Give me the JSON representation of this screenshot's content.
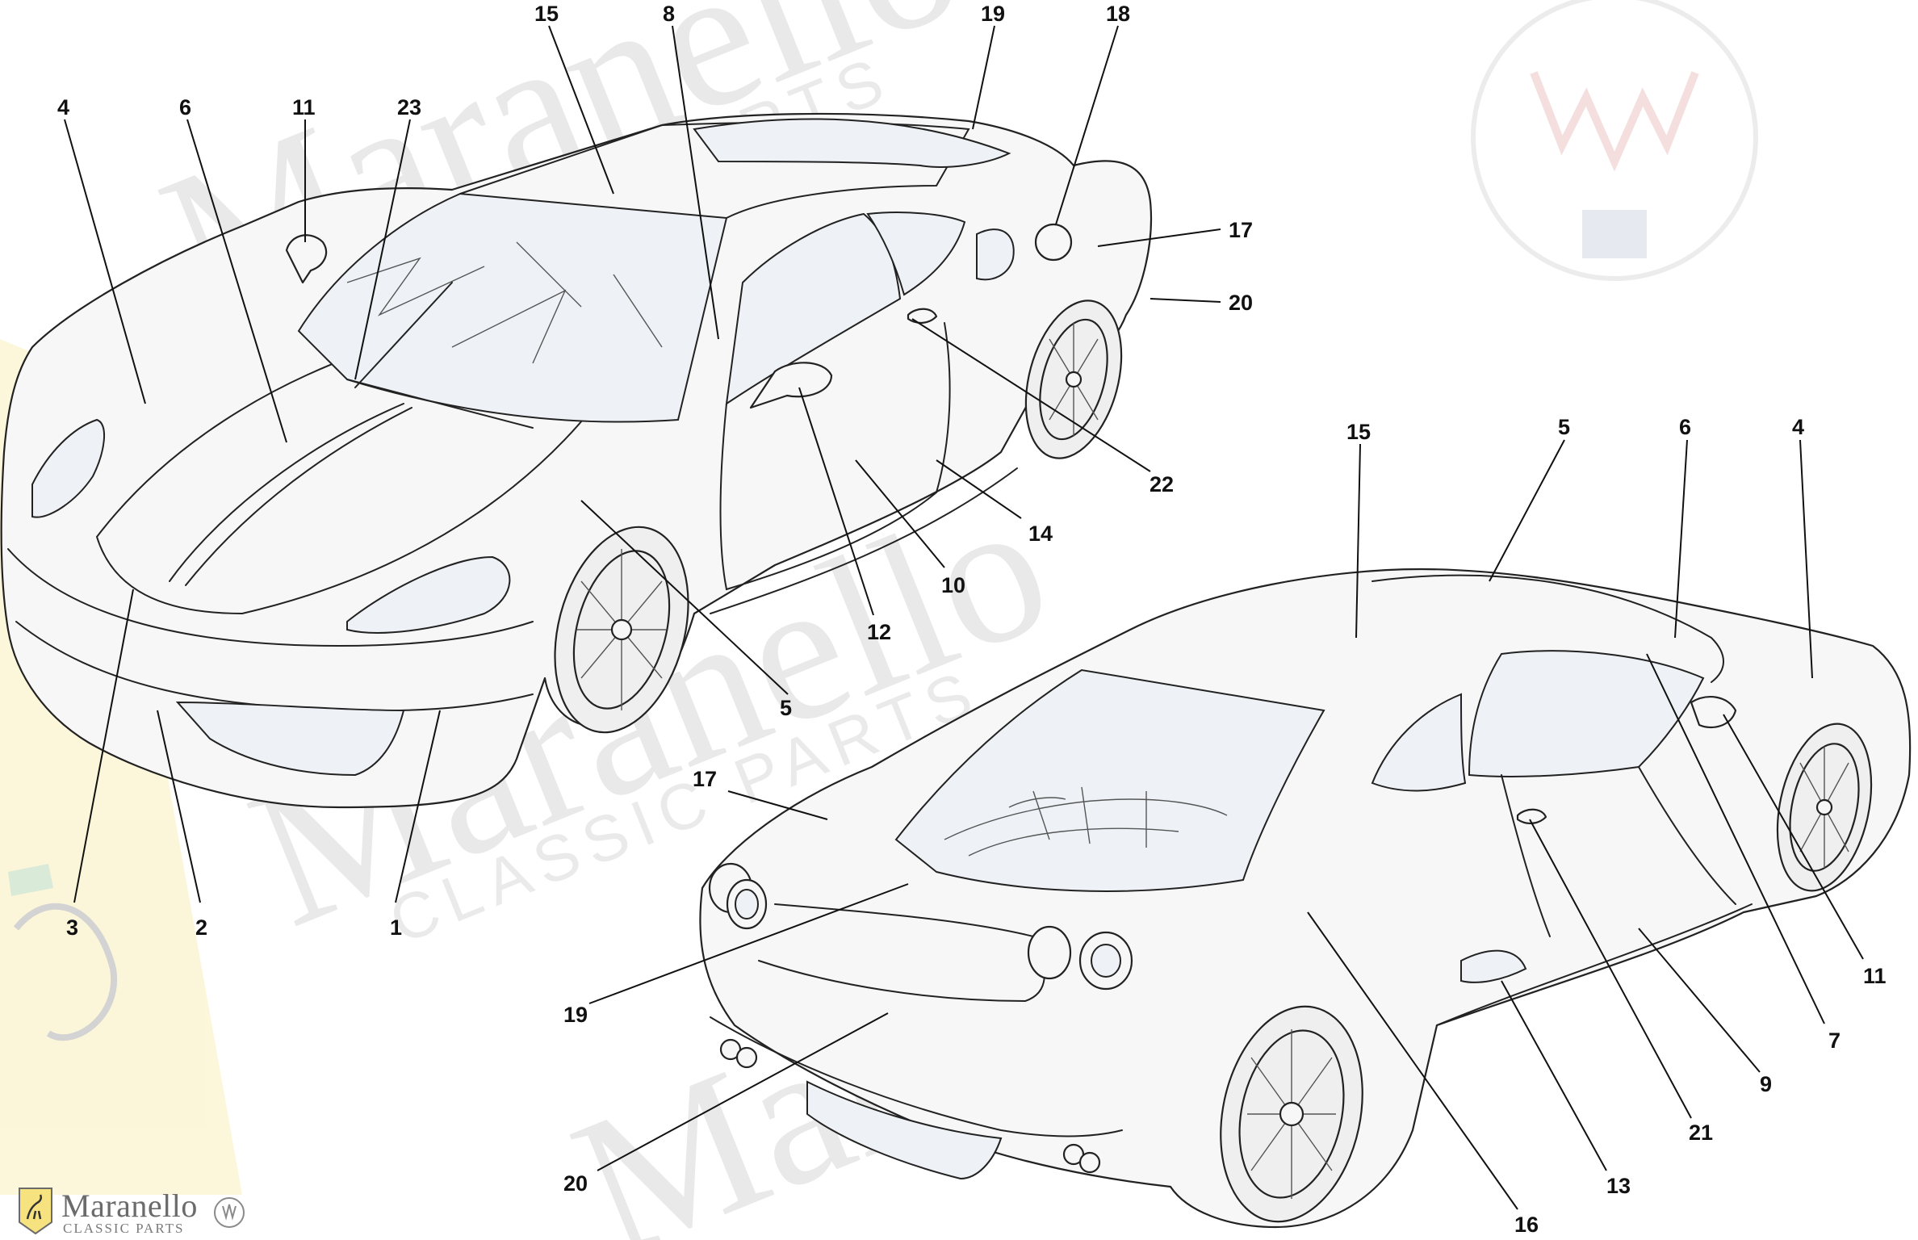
{
  "watermark": {
    "brand": "Maranello",
    "tagline": "CLASSIC PARTS"
  },
  "logo": {
    "name": "Maranello",
    "subtitle": "CLASSIC PARTS"
  },
  "callouts": [
    {
      "id": "front-15",
      "label": "15"
    },
    {
      "id": "front-8",
      "label": "8"
    },
    {
      "id": "front-19",
      "label": "19"
    },
    {
      "id": "front-18",
      "label": "18"
    },
    {
      "id": "front-4",
      "label": "4"
    },
    {
      "id": "front-6",
      "label": "6"
    },
    {
      "id": "front-11",
      "label": "11"
    },
    {
      "id": "front-23",
      "label": "23"
    },
    {
      "id": "front-17",
      "label": "17"
    },
    {
      "id": "front-20",
      "label": "20"
    },
    {
      "id": "front-22",
      "label": "22"
    },
    {
      "id": "front-14",
      "label": "14"
    },
    {
      "id": "front-10",
      "label": "10"
    },
    {
      "id": "front-12",
      "label": "12"
    },
    {
      "id": "front-5",
      "label": "5"
    },
    {
      "id": "front-3",
      "label": "3"
    },
    {
      "id": "front-2",
      "label": "2"
    },
    {
      "id": "front-1",
      "label": "1"
    },
    {
      "id": "rear-15",
      "label": "15"
    },
    {
      "id": "rear-5",
      "label": "5"
    },
    {
      "id": "rear-6",
      "label": "6"
    },
    {
      "id": "rear-4",
      "label": "4"
    },
    {
      "id": "rear-17",
      "label": "17"
    },
    {
      "id": "rear-19",
      "label": "19"
    },
    {
      "id": "rear-20",
      "label": "20"
    },
    {
      "id": "rear-16",
      "label": "16"
    },
    {
      "id": "rear-13",
      "label": "13"
    },
    {
      "id": "rear-21",
      "label": "21"
    },
    {
      "id": "rear-9",
      "label": "9"
    },
    {
      "id": "rear-7",
      "label": "7"
    },
    {
      "id": "rear-11",
      "label": "11"
    }
  ],
  "colors": {
    "line": "#222222",
    "body_fill": "#f7f7f7",
    "glass_fill": "#eef2f6",
    "watermark": "#d8d8d8",
    "label": "#111111"
  }
}
